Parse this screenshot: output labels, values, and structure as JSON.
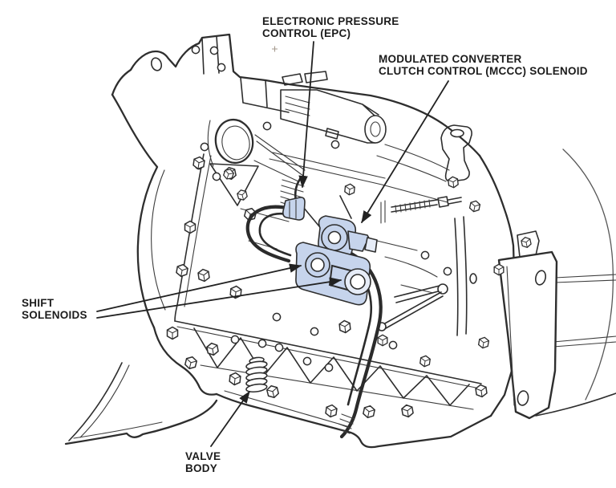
{
  "diagram": {
    "labels": {
      "epc": "ELECTRONIC PRESSURE\nCONTROL (EPC)",
      "mccc": "MODULATED CONVERTER\nCLUTCH CONTROL (MCCC) SOLENOID",
      "shift_solenoids": "SHIFT\nSOLENOIDS",
      "valve_body": "VALVE\nBODY"
    },
    "colors": {
      "highlight": "#c6d4ec",
      "highlight_soft": "#e6ecf7",
      "line": "#2e2e2e",
      "text": "#1c1c1c",
      "background": "#ffffff"
    }
  }
}
